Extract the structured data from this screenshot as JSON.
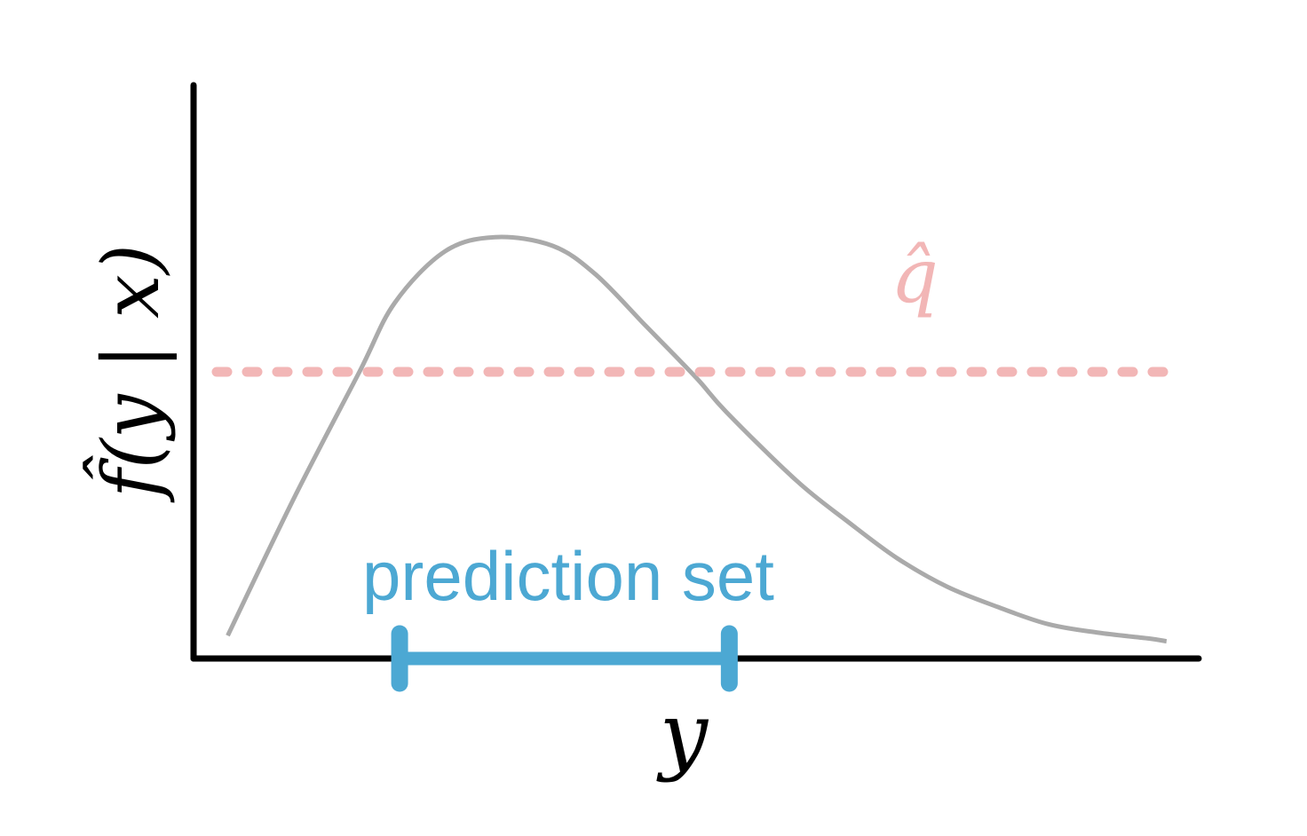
{
  "axes": {
    "ylabel": "f̂(y | x)",
    "xlabel": "y"
  },
  "threshold": {
    "label": "q̂",
    "level": 0.5
  },
  "annotation": {
    "label": "prediction set"
  },
  "chart_data": {
    "type": "line",
    "title": "",
    "xlabel": "y",
    "ylabel": "f̂(y | x)",
    "xlim": [
      0,
      1
    ],
    "ylim": [
      0,
      1
    ],
    "grid": false,
    "ticks": "none",
    "series": [
      {
        "curve": "density",
        "x": [
          0.034,
          0.1,
          0.165,
          0.2,
          0.25,
          0.3,
          0.357,
          0.4,
          0.45,
          0.5,
          0.53,
          0.6,
          0.65,
          0.7,
          0.75,
          0.8,
          0.85,
          0.9,
          0.95,
          0.968
        ],
        "y": [
          0.04,
          0.28,
          0.5,
          0.62,
          0.71,
          0.735,
          0.72,
          0.67,
          0.58,
          0.49,
          0.43,
          0.31,
          0.24,
          0.175,
          0.125,
          0.09,
          0.06,
          0.045,
          0.035,
          0.03
        ]
      }
    ],
    "threshold_line": {
      "label": "q̂",
      "y": 0.5
    },
    "prediction_set": {
      "label": "prediction set",
      "x_start": 0.205,
      "x_end": 0.533
    },
    "colors": {
      "axis": "#000000",
      "curve": "#aaaaaa",
      "threshold": "#f2b6b6",
      "prediction_set": "#4ca8d3"
    }
  }
}
